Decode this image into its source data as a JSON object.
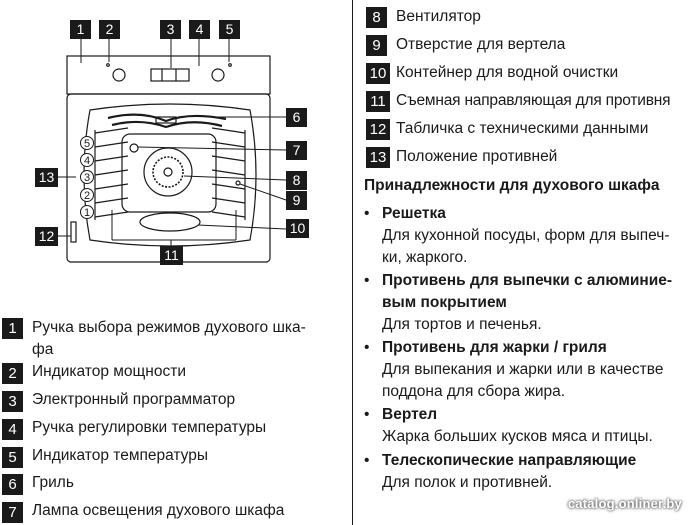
{
  "diagram": {
    "callouts": [
      "1",
      "2",
      "3",
      "4",
      "5",
      "6",
      "7",
      "8",
      "9",
      "10",
      "11",
      "12",
      "13"
    ],
    "shelf_levels": [
      "5",
      "4",
      "3",
      "2",
      "1"
    ]
  },
  "legend_left": [
    {
      "num": "1",
      "lines": [
        "Ручка выбора режимов духового шка-",
        "фа"
      ]
    },
    {
      "num": "2",
      "lines": [
        "Индикатор мощности"
      ]
    },
    {
      "num": "3",
      "lines": [
        "Электронный программатор"
      ]
    },
    {
      "num": "4",
      "lines": [
        "Ручка регулировки температуры"
      ]
    },
    {
      "num": "5",
      "lines": [
        "Индикатор температуры"
      ]
    },
    {
      "num": "6",
      "lines": [
        "Гриль"
      ]
    },
    {
      "num": "7",
      "lines": [
        "Лампа освещения духового шкафа"
      ]
    }
  ],
  "legend_right": [
    {
      "num": "8",
      "text": "Вентилятор"
    },
    {
      "num": "9",
      "text": "Отверстие для вертела"
    },
    {
      "num": "10",
      "text": "Контейнер для водной очистки"
    },
    {
      "num": "11",
      "text": "Съемная направляющая для противня"
    },
    {
      "num": "12",
      "text": "Табличка с техническими данными"
    },
    {
      "num": "13",
      "text": "Положение противней"
    }
  ],
  "accessories": {
    "heading": "Принадлежности для духового шкафа",
    "bullet": "•",
    "items": [
      {
        "title": [
          "Решетка"
        ],
        "desc": [
          "Для кухонной посуды, форм для выпеч-",
          "ки, жаркого."
        ]
      },
      {
        "title": [
          "Противень для выпечки с алюминие-",
          "вым покрытием"
        ],
        "desc": [
          "Для тортов и печенья."
        ]
      },
      {
        "title": [
          "Противень для жарки / гриля"
        ],
        "desc": [
          "Для выпекания и жарки или в качестве",
          "поддона для сбора жира."
        ]
      },
      {
        "title": [
          "Вертел"
        ],
        "desc": [
          "Жарка больших кусков мяса и птицы."
        ]
      },
      {
        "title": [
          "Телескопические направляющие"
        ],
        "desc": [
          "Для полок и противней."
        ]
      }
    ]
  },
  "watermark": "catalog.onliner.by",
  "colors": {
    "ink": "#1a1a1a",
    "paper": "#ffffff"
  }
}
